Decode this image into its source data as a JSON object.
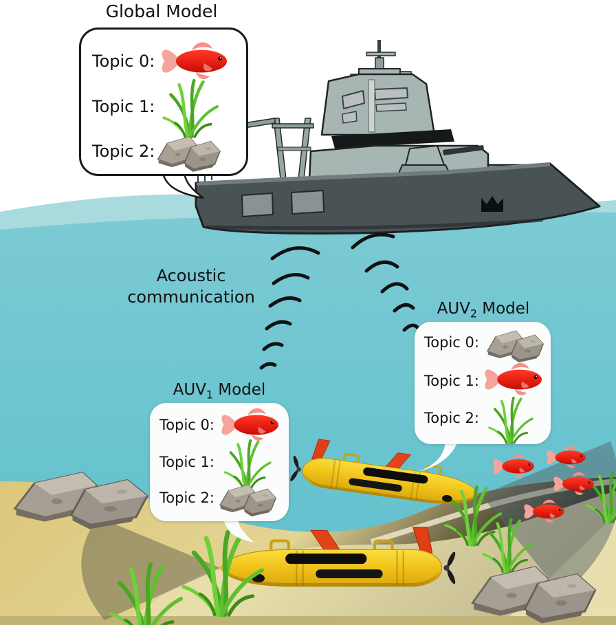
{
  "labels": {
    "acoustic_line1": "Acoustic",
    "acoustic_line2": "communication"
  },
  "bubbles": {
    "global": {
      "title": "Global Model",
      "topics": [
        {
          "label": "Topic 0:",
          "icon": "fish-icon",
          "icon_ref": "#fish-icon"
        },
        {
          "label": "Topic 1:",
          "icon": "seagrass-icon",
          "icon_ref": "#seagrass-icon"
        },
        {
          "label": "Topic 2:",
          "icon": "rocks-icon",
          "icon_ref": "#rocks-icon"
        }
      ]
    },
    "auv1": {
      "title_base": "AUV",
      "title_sub": "1",
      "title_rest": " Model",
      "topics": [
        {
          "label": "Topic 0:",
          "icon": "fish-icon",
          "icon_ref": "#fish-icon"
        },
        {
          "label": "Topic 1:",
          "icon": "seagrass-icon",
          "icon_ref": "#seagrass-icon"
        },
        {
          "label": "Topic 2:",
          "icon": "rocks-icon",
          "icon_ref": "#rocks-icon"
        }
      ]
    },
    "auv2": {
      "title_base": "AUV",
      "title_sub": "2",
      "title_rest": " Model",
      "topics": [
        {
          "label": "Topic 0:",
          "icon": "rocks-icon",
          "icon_ref": "#rocks-icon"
        },
        {
          "label": "Topic 1:",
          "icon": "fish-icon",
          "icon_ref": "#fish-icon"
        },
        {
          "label": "Topic 2:",
          "icon": "seagrass-icon",
          "icon_ref": "#seagrass-icon"
        }
      ]
    }
  },
  "colors": {
    "water_light": "#a9dade",
    "water_mid": "#79c9d3",
    "water_deep": "#62c1cd",
    "sand": "#d9c77b",
    "sand_light": "#e9dfae",
    "sand_bottom_strip": "#bfb377",
    "ship_hull": "#495255",
    "ship_superstructure": "#a7b6b2",
    "ship_stripe": "#15191a",
    "auv_yellow": "#f2c51c",
    "fin_red": "#e04018",
    "fish_red": "#e8271a",
    "grass_green": "#5cb42c",
    "rock_gray": "#a09a8f",
    "bubble_bg": "#ffffff",
    "bubble_border": "#1a1a1a",
    "text": "#111111"
  }
}
